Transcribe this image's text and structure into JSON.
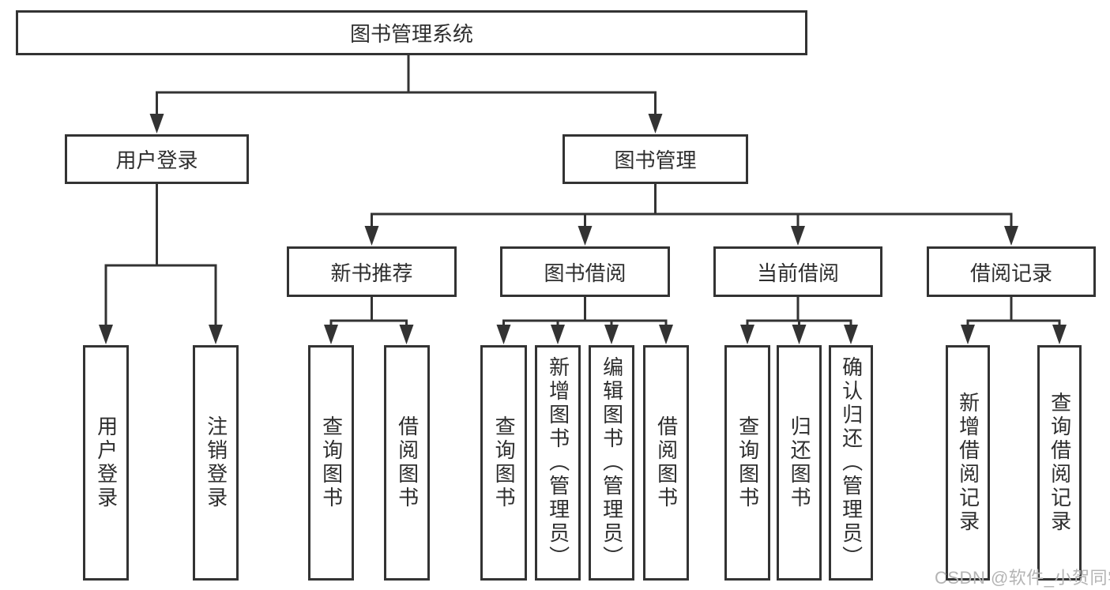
{
  "diagram": {
    "root": {
      "label": "图书管理系统"
    },
    "user_login": {
      "label": "用户登录",
      "children": [
        {
          "label": "用户登录"
        },
        {
          "label": "注销登录"
        }
      ]
    },
    "book_management": {
      "label": "图书管理",
      "children": [
        {
          "label": "新书推荐",
          "children": [
            {
              "label": "查询图书"
            },
            {
              "label": "借阅图书"
            }
          ]
        },
        {
          "label": "图书借阅",
          "children": [
            {
              "label": "查询图书"
            },
            {
              "label": "新增图书（管理员）"
            },
            {
              "label": "编辑图书（管理员）"
            },
            {
              "label": "借阅图书"
            }
          ]
        },
        {
          "label": "当前借阅",
          "children": [
            {
              "label": "查询图书"
            },
            {
              "label": "归还图书"
            },
            {
              "label": "确认归还（管理员）"
            }
          ]
        },
        {
          "label": "借阅记录",
          "children": [
            {
              "label": "新增借阅记录"
            },
            {
              "label": "查询借阅记录"
            }
          ]
        }
      ]
    }
  },
  "watermark": {
    "text": "CSDN @软件_小贺同学"
  },
  "colors": {
    "line": "#333333",
    "box_border": "#333333",
    "box_fill": "#ffffff",
    "text": "#2e2e2e",
    "watermark": "#b4b4b4"
  }
}
